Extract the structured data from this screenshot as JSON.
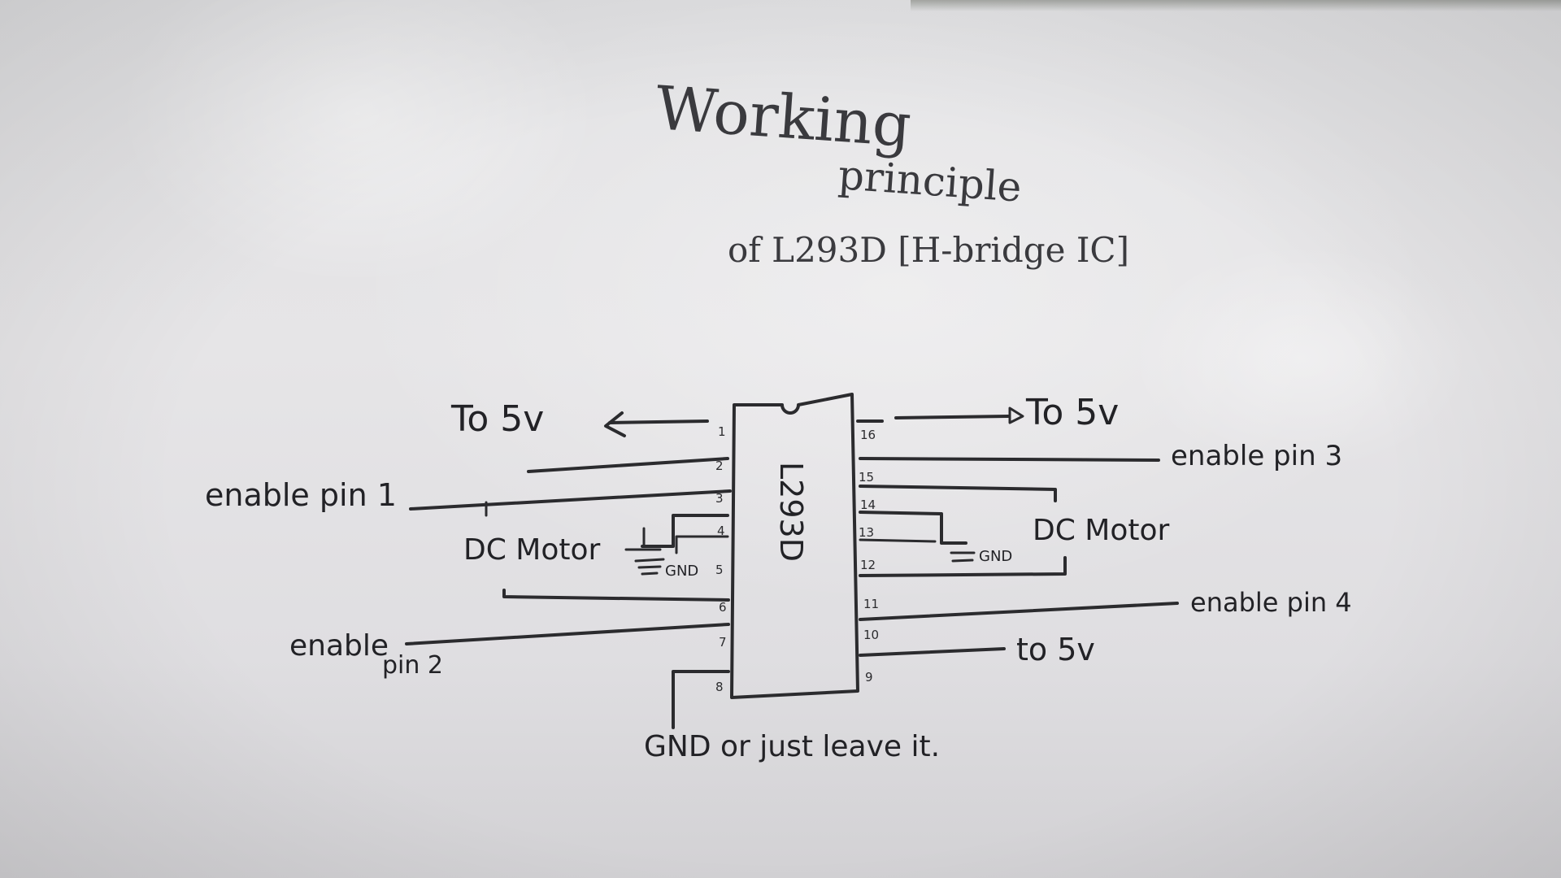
{
  "title": {
    "line1": "Working",
    "line2": "principle",
    "line3": "of L293D [H-bridge IC]"
  },
  "chip": {
    "label": "L293D",
    "left_pins": [
      "1",
      "2",
      "3",
      "4",
      "5",
      "6",
      "7",
      "8"
    ],
    "right_pins": [
      "16",
      "15",
      "14",
      "13",
      "12",
      "11",
      "10",
      "9"
    ]
  },
  "labels": {
    "to5v_left": "To 5v",
    "to5v_right": "To 5v",
    "to5v_pin10": "to 5v",
    "enable_pin_1": "enable pin 1",
    "enable_pin_2_word": "enable",
    "enable_pin_2_pin": "pin 2",
    "enable_pin_3": "enable pin 3",
    "enable_pin_4": "enable pin 4",
    "dc_motor_left": "DC Motor",
    "dc_motor_right": "DC Motor",
    "gnd_left": "GND",
    "gnd_right": "GND",
    "gnd_bottom": "GND or just leave it."
  }
}
